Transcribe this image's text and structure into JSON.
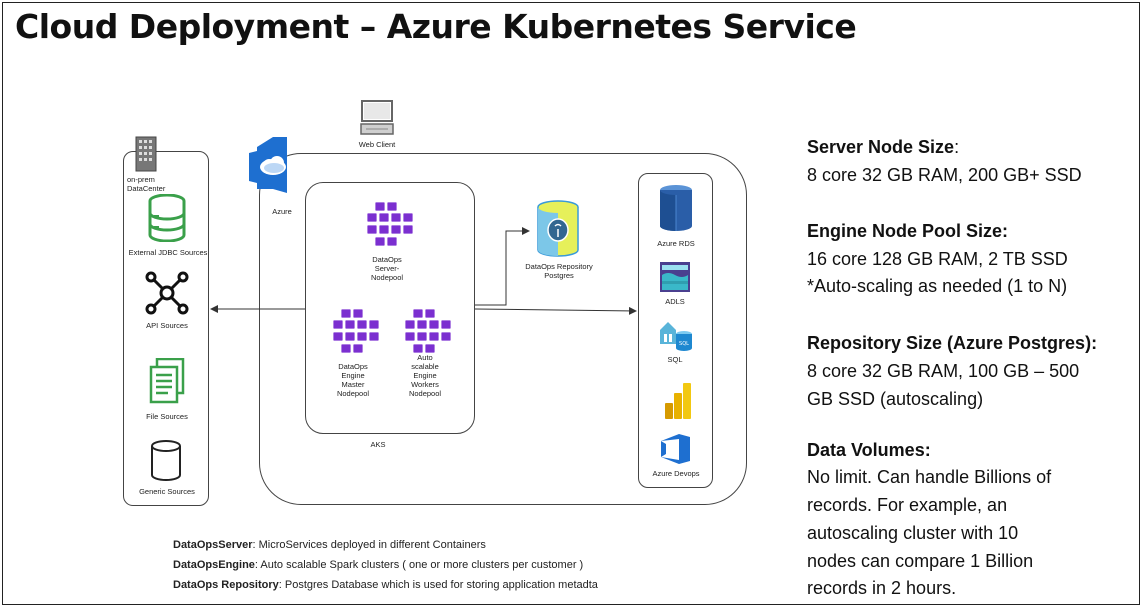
{
  "title": "Cloud Deployment – Azure Kubernetes Service",
  "diagram": {
    "sources": {
      "onprem": "on-prem\nDataCenter",
      "jdbc": "External JDBC Sources",
      "api": "API Sources",
      "file": "File Sources",
      "generic": "Generic Sources"
    },
    "azure": "Azure",
    "web_client": "Web Client",
    "aks": "AKS",
    "server_nodepool": "DataOps\nServer-\nNodepool",
    "engine_master": "DataOps\nEngine\nMaster\nNodepool",
    "engine_workers": "Auto\nscalable\nEngine\nWorkers\nNodepool",
    "repository": "DataOps Repository\nPostgres",
    "targets": {
      "rds": "Azure RDS",
      "adls": "ADLS",
      "sql": "SQL",
      "devops": "Azure Devops"
    }
  },
  "specs": {
    "server_title": "Server Node Size",
    "server_colon": ":",
    "server_value": "8 core 32 GB RAM, 200 GB+ SSD",
    "engine_title": "Engine Node Pool Size:",
    "engine_value1": "16 core 128 GB RAM, 2 TB SSD",
    "engine_value2": "*Auto-scaling as needed (1 to N)",
    "repo_title": "Repository Size (Azure Postgres):",
    "repo_value1": "8 core 32 GB RAM, 100 GB – 500",
    "repo_value2": "GB SSD (autoscaling)",
    "volumes_title": "Data Volumes:",
    "volumes_lines": [
      "No limit. Can handle Billions of",
      "records. For example, an",
      "autoscaling cluster with 10",
      "nodes can compare 1 Billion",
      "records in 2 hours."
    ]
  },
  "footnotes": [
    {
      "term": "DataOpsServer",
      "text": ": MicroServices deployed in different Containers"
    },
    {
      "term": "DataOpsEngine",
      "text": ": Auto scalable Spark clusters ( one or more clusters per customer )"
    },
    {
      "term": "DataOps Repository",
      "text": ": Postgres Database which is used for storing application metadta"
    }
  ],
  "colors": {
    "purple": "#7b2fd0",
    "green": "#3aa04a",
    "azure_blue": "#1e6fd0",
    "powerbi_yellow": "#f2c811"
  }
}
